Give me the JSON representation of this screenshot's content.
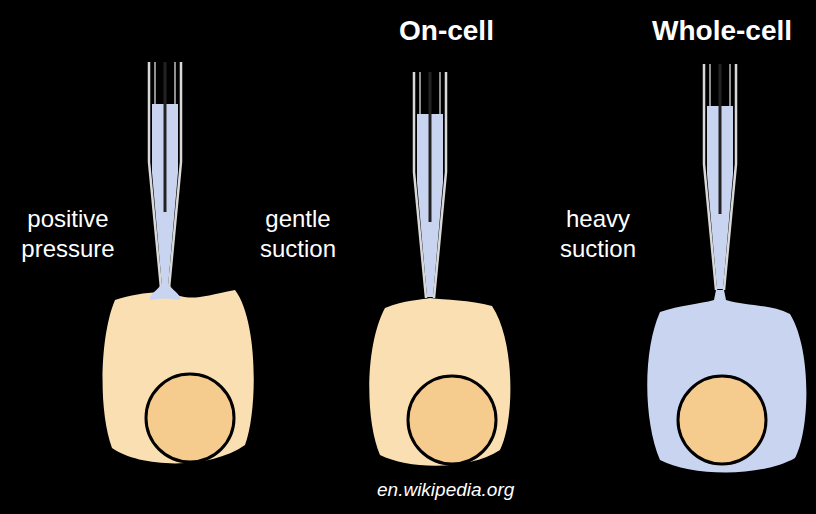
{
  "diagram": {
    "caption": "en.wikipedia.org",
    "labels": [
      "On-cell",
      "Whole-cell",
      "positive pressure",
      "gentle suction",
      "heavy suction"
    ]
  }
}
